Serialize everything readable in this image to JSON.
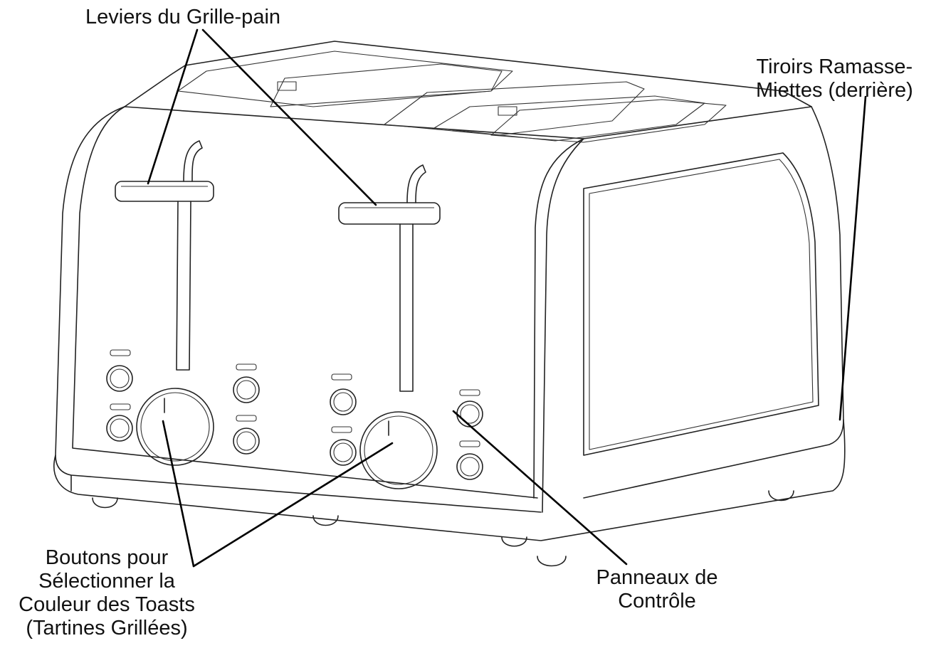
{
  "callouts": {
    "levers": [
      "Leviers du Grille-pain"
    ],
    "crumb_trays": [
      "Tiroirs Ramasse-",
      "Miettes (derrière)"
    ],
    "browning_buttons": [
      "Boutons pour",
      "Sélectionner la",
      "Couleur des Toasts",
      "(Tartines Grillées)"
    ],
    "control_panels": [
      "Panneaux de",
      "Contrôle"
    ]
  },
  "colors": {
    "line": "#222222",
    "leader": "#000000",
    "background": "#ffffff"
  }
}
